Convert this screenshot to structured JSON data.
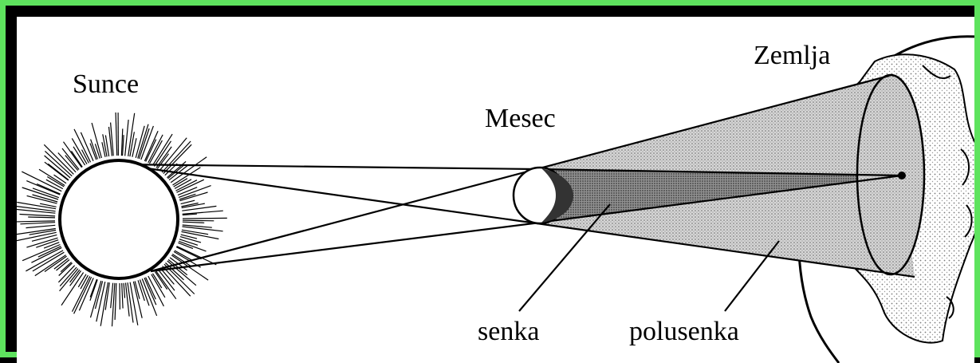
{
  "labels": {
    "sun": "Sunce",
    "moon": "Mesec",
    "earth": "Zemlja",
    "umbra": "senka",
    "penumbra": "polusenka"
  },
  "colors": {
    "border": "#5ee35e",
    "background": "#ffffff",
    "ink": "#000000",
    "umbra": "#555555",
    "penumbra": "#bdbdbd",
    "earth_dots": "#8a8a8a"
  }
}
